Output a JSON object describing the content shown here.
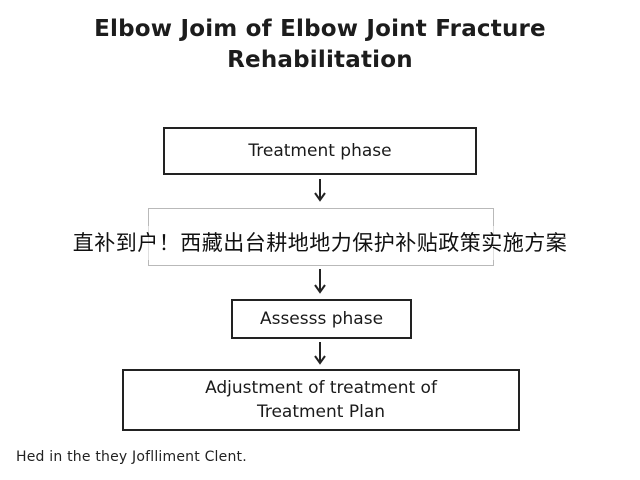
{
  "title": {
    "line1": "Elbow Joim of Elbow Joint Fracture",
    "line2": "Rehabilitation"
  },
  "flow": {
    "step1": "Treatment phase",
    "step2": "",
    "step3": "Assesss phase",
    "step4_line1": "Adjustment of treatment of",
    "step4_line2": "Treatment Plan"
  },
  "overlay_caption": "直补到户！西藏出台耕地地力保护补贴政策实施方案",
  "footer_note": "Hed in the they Joflliment Clent."
}
